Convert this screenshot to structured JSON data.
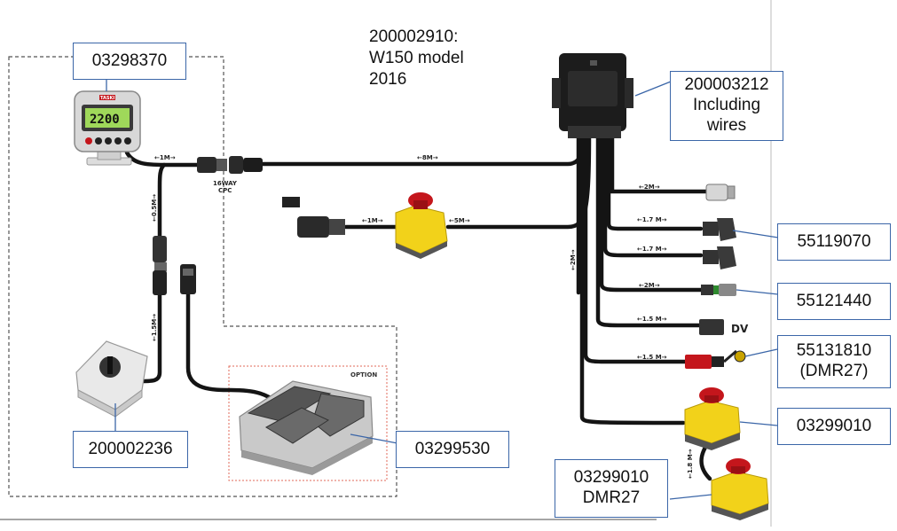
{
  "header": {
    "note": "200002910:\nW150  model\n2016"
  },
  "callouts": {
    "display": "03298370",
    "control_box": "200003212\nIncluding\nwires",
    "connector_1": "55119070",
    "sensor": "55121440",
    "switch_dmr27": "55131810\n(DMR27)",
    "estop_1": "03299010",
    "estop_2": "03299010\nDMR27",
    "selector": "200002236",
    "pedal": "03299530"
  },
  "cable_labels": {
    "display_cable": "←1M→",
    "cpc_connector": "16WAY",
    "cpc_connector_2": "CPC",
    "main_cable": "←8M→",
    "estop_cable_in": "←1M→",
    "estop_cable_out": "←5M→",
    "vertical_05m": "←0.5M→",
    "vertical_15m": "←1.5M→",
    "vertical_2m": "←2M→",
    "out_2m_a": "←2M→",
    "out_17m_a": "←1.7 M→",
    "out_17m_b": "←1.7 M→",
    "out_2m_b": "←2M→",
    "out_15m_a": "←1.5 M→",
    "out_15m_b": "←1.5 M→",
    "vertical_18m": "←1.8 M→",
    "dv": "DV",
    "option": "OPTION"
  },
  "display_readout": "2200",
  "display_brand": "TASKI",
  "colors": {
    "callout_border": "#3b66a8",
    "cable": "#141414",
    "estop_yellow": "#f2d21a",
    "estop_red": "#c4161c",
    "lcd_green": "#9fd85a",
    "dashed_border": "#555555",
    "option_border": "#e06a5a"
  },
  "icons": [
    "display-icon",
    "control-box-icon",
    "connector-icon",
    "estop-icon",
    "selector-switch-icon",
    "foot-pedal-icon",
    "sensor-icon",
    "limit-switch-icon"
  ]
}
